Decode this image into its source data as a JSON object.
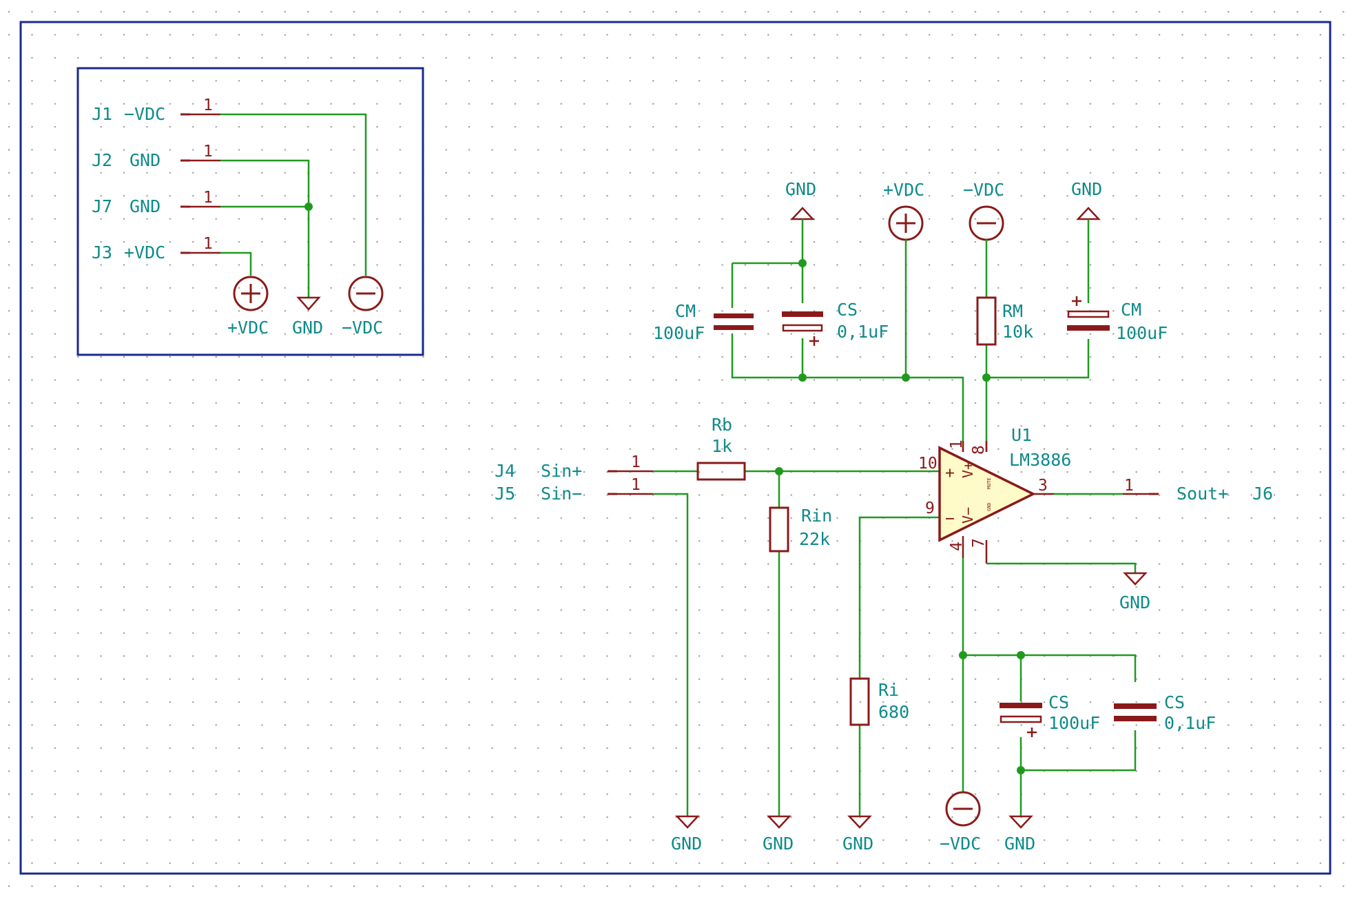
{
  "inset": {
    "connectors": [
      {
        "ref": "J1",
        "net": "−VDC",
        "pin": "1"
      },
      {
        "ref": "J2",
        "net": "GND",
        "pin": "1"
      },
      {
        "ref": "J7",
        "net": "GND",
        "pin": "1"
      },
      {
        "ref": "J3",
        "net": "+VDC",
        "pin": "1"
      }
    ],
    "symbols": {
      "pos": "+VDC",
      "gnd": "GND",
      "neg": "−VDC"
    }
  },
  "power": {
    "gnd": "GND",
    "pos": "+VDC",
    "neg": "−VDC"
  },
  "parts": {
    "cm_left": {
      "ref": "CM",
      "value": "100uF"
    },
    "cs_top": {
      "ref": "CS",
      "value": "0,1uF"
    },
    "rm": {
      "ref": "RM",
      "value": "10k"
    },
    "cm_right": {
      "ref": "CM",
      "value": "100uF"
    },
    "rb": {
      "ref": "Rb",
      "value": "1k"
    },
    "rin": {
      "ref": "Rin",
      "value": "22k"
    },
    "ri": {
      "ref": "Ri",
      "value": "680"
    },
    "cs_bot_pol": {
      "ref": "CS",
      "value": "100uF"
    },
    "cs_bot": {
      "ref": "CS",
      "value": "0,1uF"
    }
  },
  "ic": {
    "ref": "U1",
    "value": "LM3886",
    "pins": {
      "p1": "1",
      "p8": "8",
      "p10": "10",
      "p9": "9",
      "p3": "3",
      "p4": "4",
      "p7": "7"
    },
    "marks": {
      "plus": "+",
      "minus": "−",
      "vplus": "V+",
      "vminus": "V−",
      "mute": "MUTE",
      "gnd": "GND"
    }
  },
  "connectors": {
    "j4": {
      "ref": "J4",
      "net": "Sin+",
      "pin": "1"
    },
    "j5": {
      "ref": "J5",
      "net": "Sin−",
      "pin": "1"
    },
    "j6": {
      "ref": "J6",
      "net": "Sout+",
      "pin": "1"
    }
  },
  "colors": {
    "wire": "#1f9a1f",
    "part": "#8a1a1a",
    "label": "#0f8a8a",
    "frame": "#1a2a8a",
    "ic_fill": "#fffbc8"
  }
}
